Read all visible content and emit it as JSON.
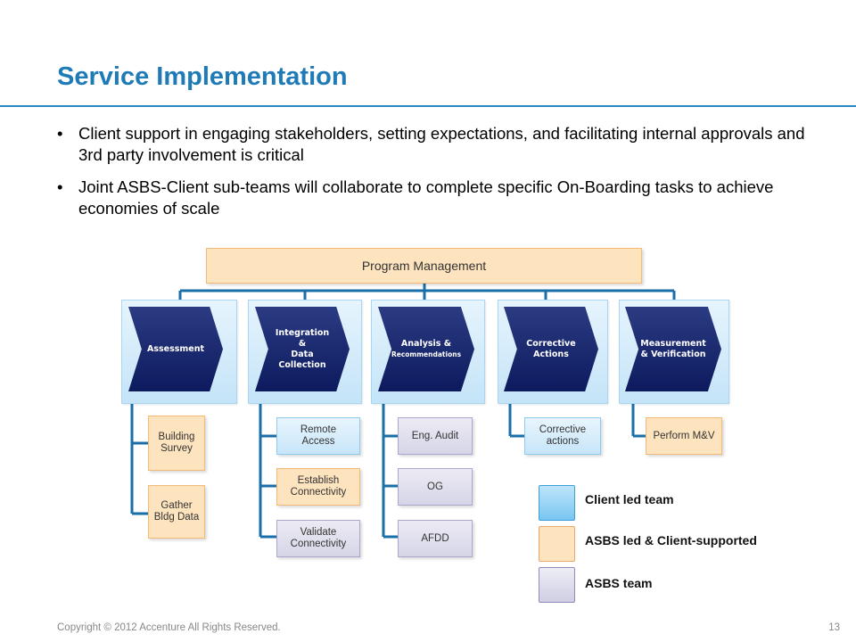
{
  "slide": {
    "title": "Service Implementation",
    "bullets": [
      "Client support in engaging stakeholders, setting expectations, and facilitating internal approvals and 3rd party involvement is critical",
      "Joint ASBS-Client sub-teams will collaborate to complete specific On-Boarding tasks to achieve economies of scale"
    ],
    "bullet_symbol": "•",
    "footer": "Copyright © 2012 Accenture  All Rights Reserved.",
    "page_number": "13"
  },
  "diagram": {
    "root": "Program Management",
    "phases": [
      {
        "label": "Assessment",
        "tasks": [
          {
            "label": "Building\nSurvey",
            "team": "asbs-client"
          },
          {
            "label": "Gather\nBldg Data",
            "team": "asbs-client"
          }
        ]
      },
      {
        "label": "Integration &\nData Collection",
        "tasks": [
          {
            "label": "Remote\nAccess",
            "team": "client"
          },
          {
            "label": "Establish\nConnectivity",
            "team": "asbs-client"
          },
          {
            "label": "Validate\nConnectivity",
            "team": "asbs"
          }
        ]
      },
      {
        "label": "Analysis &",
        "label_small": "Recommendations",
        "tasks": [
          {
            "label": "Eng. Audit",
            "team": "asbs"
          },
          {
            "label": "OG",
            "team": "asbs"
          },
          {
            "label": "AFDD",
            "team": "asbs"
          }
        ]
      },
      {
        "label": "Corrective\nActions",
        "tasks": [
          {
            "label": "Corrective\nactions",
            "team": "client"
          }
        ]
      },
      {
        "label": "Measurement\n& Verification",
        "tasks": [
          {
            "label": "Perform M&V",
            "team": "asbs-client"
          }
        ]
      }
    ]
  },
  "legend": [
    {
      "label": "Client led team",
      "team": "client"
    },
    {
      "label": "ASBS led & Client-supported",
      "team": "asbs-client"
    },
    {
      "label": "ASBS team",
      "team": "asbs"
    }
  ],
  "colors": {
    "title": "#1f7bb8",
    "chevron": "#14225f",
    "connector": "#1a6fa8"
  }
}
